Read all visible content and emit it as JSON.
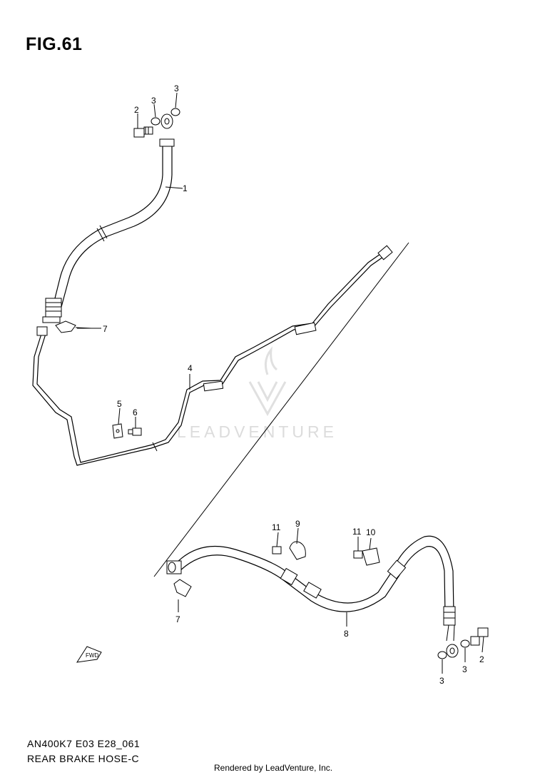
{
  "figure": {
    "title": "FIG.61"
  },
  "callouts": {
    "c1": "1",
    "c2a": "2",
    "c3a": "3",
    "c3b": "3",
    "c7a": "7",
    "c4": "4",
    "c5": "5",
    "c6": "6",
    "c11a": "11",
    "c9": "9",
    "c11b": "11",
    "c10": "10",
    "c7b": "7",
    "c8": "8",
    "c3c": "3",
    "c3d": "3",
    "c2b": "2"
  },
  "fwd_label": "FWD",
  "watermark": "LEADVENTURE",
  "footer": {
    "code": "AN400K7 E03 E28_061",
    "name": "REAR BRAKE HOSE-C",
    "rendered_by": "Rendered by LeadVenture, Inc."
  }
}
